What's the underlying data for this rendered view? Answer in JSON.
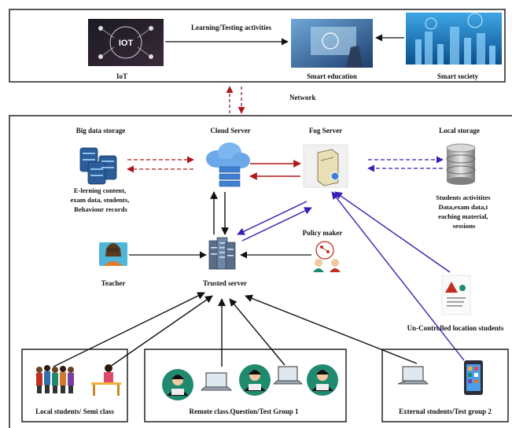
{
  "top_band": {
    "iot_label": "IoT",
    "iot_image_text": "IOT",
    "link_label": "Learning/Testing activities",
    "smart_education_label": "Smart education",
    "smart_society_label": "Smart society"
  },
  "network_label": "Network",
  "big_data": {
    "title": "Big data storage",
    "desc_lines": [
      "E-lerning content,",
      "exam data, students,",
      "Behaviour records"
    ]
  },
  "cloud_server_label": "Cloud Server",
  "fog_server_label": "Fog Server",
  "local_storage": {
    "title": "Local storage",
    "desc_lines": [
      "Students activitites",
      "Data,exam data,t",
      "eaching material,",
      "sessions"
    ]
  },
  "teacher_label": "Teacher",
  "trusted_server_label": "Trusted server",
  "policy_maker_label": "Policy maker",
  "uncontrolled_label": "Un-Controlled location students",
  "bottom_groups": {
    "local": "Local students/ Semi class",
    "remote": "Remote class.Question/Test Group 1",
    "external": "External students/Test group 2"
  },
  "colors": {
    "red_arrow": "#b01818",
    "blue_arrow": "#3a1fb0",
    "black_arrow": "#111111",
    "frame": "#222222",
    "server_blue": "#3f7fd3",
    "student_teal": "#1f8a6e"
  }
}
